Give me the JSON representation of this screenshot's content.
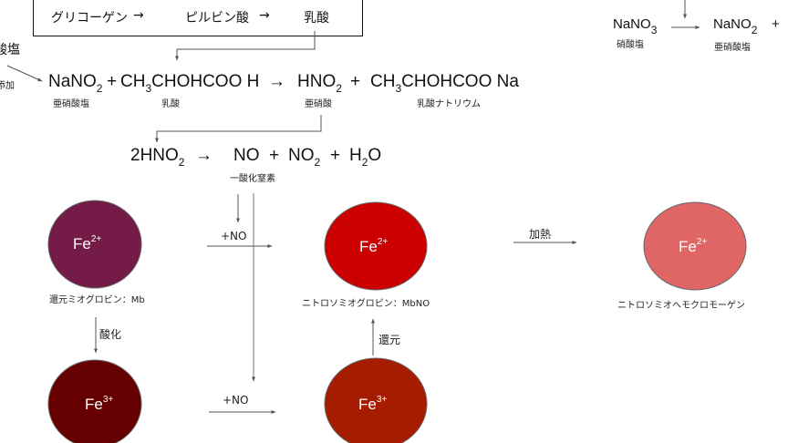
{
  "top_box": {
    "step1": "グリコーゲン",
    "arrow1": "→",
    "step2": "ピルビン酸",
    "arrow2": "→",
    "step3": "乳酸"
  },
  "left_cut": {
    "label1": "酸塩",
    "label2": "添加"
  },
  "top_right": {
    "reactant": "NaNO",
    "reactant_sub": "3",
    "reactant_label": "硝酸塩",
    "product": "NaNO",
    "product_sub": "2",
    "product_label": "亜硝酸塩",
    "plus": "+"
  },
  "equation1": {
    "t1": "NaNO",
    "t1_sub": "2",
    "t1_label": "亜硝酸塩",
    "plus1": "+",
    "t2a": "CH",
    "t2_sub": "3",
    "t2b": "CHOHCOO H",
    "t2_label": "乳酸",
    "arrow": "→",
    "t3": "HNO",
    "t3_sub": "2",
    "t3_label": "亜硝酸",
    "plus2": "+",
    "t4a": "CH",
    "t4_sub": "3",
    "t4b": "CHOHCOO Na",
    "t4_label": "乳酸ナトリウム"
  },
  "equation2": {
    "t1a": "2HNO",
    "t1_sub": "2",
    "arrow": "→",
    "t2": "NO",
    "t2_label": "一酸化窒素",
    "plus1": "+",
    "t3a": "NO",
    "t3_sub": "2",
    "plus2": "+",
    "t4a": "H",
    "t4_sub": "2",
    "t4b": "O"
  },
  "nodes": [
    {
      "id": "mb",
      "ion": "Fe",
      "charge": "2+",
      "label": "還元ミオグロビン：Mb",
      "color": "#741b47"
    },
    {
      "id": "mbno",
      "ion": "Fe",
      "charge": "2+",
      "label": "ニトロソミオグロビン：MbNO",
      "color": "#cc0000"
    },
    {
      "id": "nitrosohemochromogen",
      "ion": "Fe",
      "charge": "2+",
      "label": "ニトロソミオヘモクロモーゲン",
      "color": "#e06666"
    },
    {
      "id": "metmb",
      "ion": "Fe",
      "charge": "3+",
      "label": "",
      "color": "#660000"
    },
    {
      "id": "metmbno",
      "ion": "Fe",
      "charge": "3+",
      "label": "",
      "color": "#a61c00"
    }
  ],
  "edges": {
    "add_no_top": "+NO",
    "add_no_bottom": "+NO",
    "heat": "加熱",
    "oxidation": "酸化",
    "reduction": "還元"
  }
}
